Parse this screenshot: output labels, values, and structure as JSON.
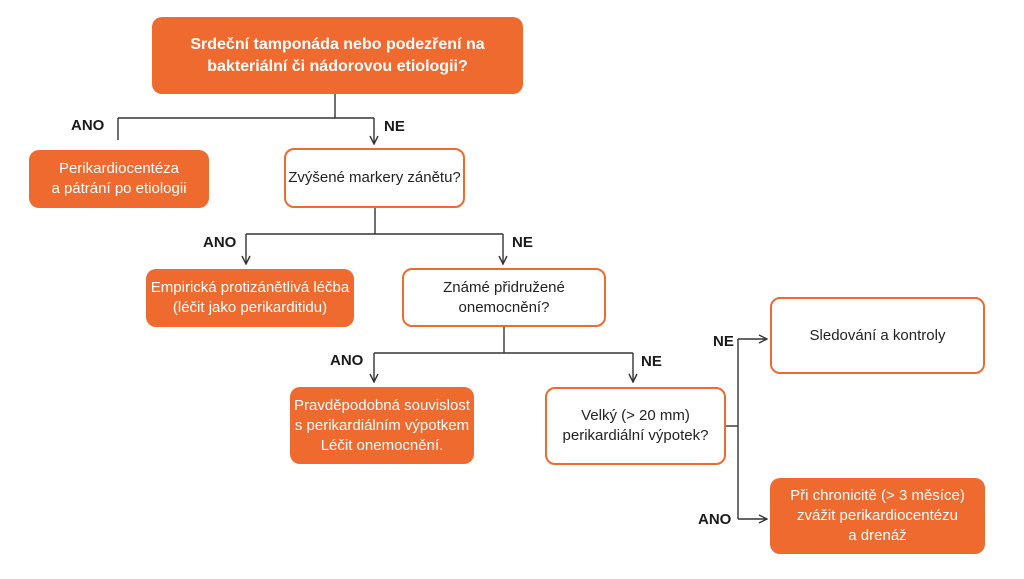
{
  "colors": {
    "accent": "#ef6a2f",
    "line": "#333333"
  },
  "nodes": {
    "start": "Srdeční tamponáda nebo podezření na\nbakteriální či nádorovou etiologii?",
    "pericardiocentesis": "Perikardiocentéza\na pátrání po etiologii",
    "markers": "Zvýšené markery zánětu?",
    "empiric": "Empirická protizánětlivá léčba\n(léčit jako perikarditidu)",
    "known_disease": "Známé přidružené\nonemocnění?",
    "probable": "Pravděpodobná souvislost\ns perikardiálním výpotkem\nLéčit onemocnění.",
    "large_effusion": "Velký (> 20 mm)\nperikardiální výpotek?",
    "monitoring": "Sledování a kontroly",
    "chronic": "Při chronicitě (> 3 měsíce)\nzvážit perikardiocentézu\na drenáž"
  },
  "labels": {
    "start_yes": "ANO",
    "start_no": "NE",
    "markers_yes": "ANO",
    "markers_no": "NE",
    "known_yes": "ANO",
    "known_no": "NE",
    "large_no": "NE",
    "large_yes": "ANO"
  }
}
